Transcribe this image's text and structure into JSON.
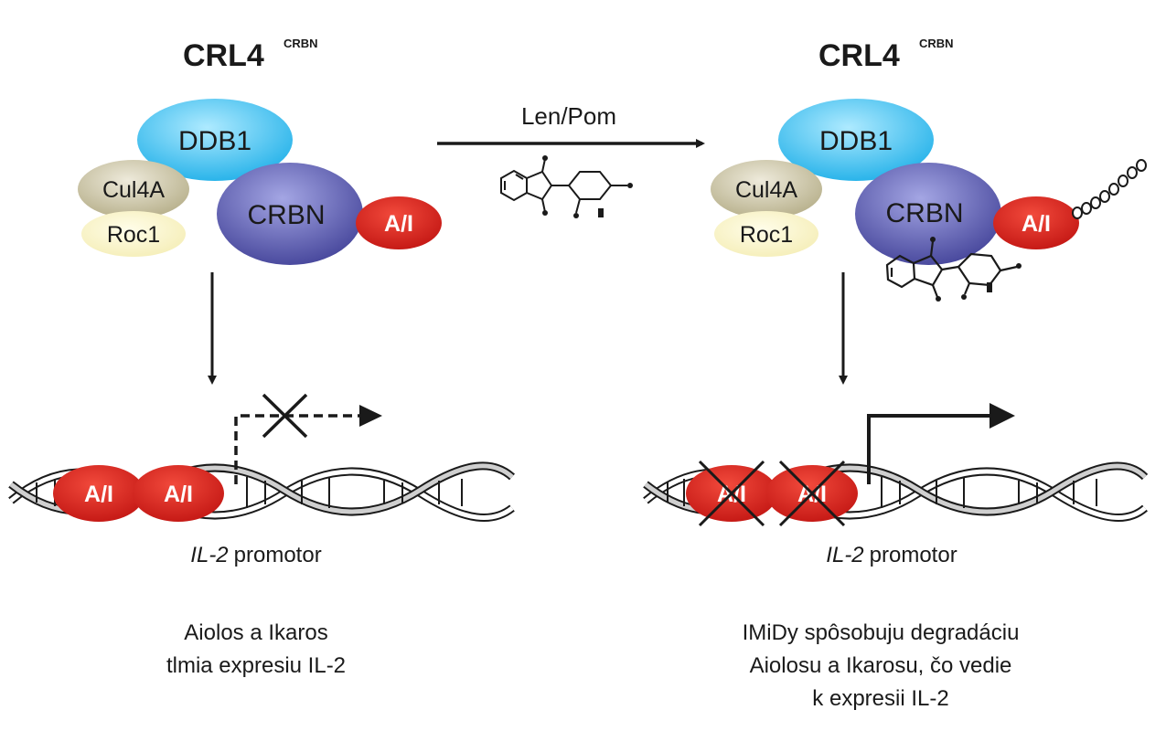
{
  "left": {
    "complex_title": "CRL4",
    "complex_sup": "CRBN",
    "proteins": {
      "ddb1": "DDB1",
      "cul4a": "Cul4A",
      "roc1": "Roc1",
      "crbn": "CRBN",
      "ai": "A/I"
    },
    "promoter_gene": "IL-2",
    "promoter_word": "promotor",
    "caption_lines": [
      "Aiolos a Ikaros",
      "tlmia expresiu IL-2"
    ]
  },
  "center": {
    "drug_label": "Len/Pom"
  },
  "right": {
    "complex_title": "CRL4",
    "complex_sup": "CRBN",
    "proteins": {
      "ddb1": "DDB1",
      "cul4a": "Cul4A",
      "roc1": "Roc1",
      "crbn": "CRBN",
      "ai": "A/I"
    },
    "promoter_gene": "IL-2",
    "promoter_word": "promotor",
    "caption_lines": [
      "IMiDy spôsobuju degradáciu",
      "Aiolosu a Ikarosu, čo vedie",
      "k expresii IL-2"
    ]
  },
  "colors": {
    "ddb1": "#3cc0ee",
    "cul4a": "#cdc7a6",
    "roc1": "#fbf5c8",
    "crbn": "#5a58b0",
    "ai": "#d8231f",
    "line": "#1a1a1a"
  }
}
